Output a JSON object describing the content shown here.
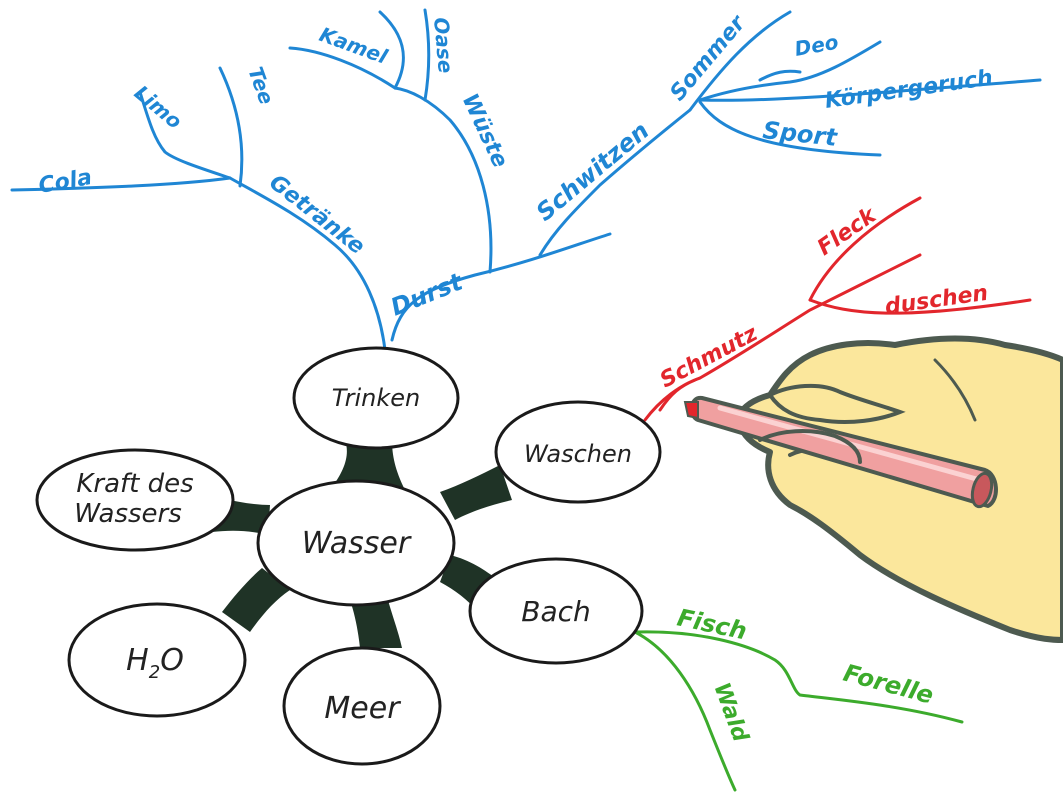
{
  "colors": {
    "blue": "#1f86d4",
    "red": "#e2262c",
    "green": "#3cab2c",
    "hub_connector": "#1f3326",
    "node_fill": "#ffffff",
    "node_stroke": "#1a1a1a",
    "skin": "#fbe79c",
    "skin_outline": "#4d5a50",
    "pen": "#f0a0a0",
    "pen_dark": "#c8585c"
  },
  "center": {
    "label": "Wasser"
  },
  "nodes": {
    "trinken": "Trinken",
    "waschen": "Waschen",
    "bach": "Bach",
    "meer": "Meer",
    "h2o_main": "H",
    "h2o_sub": "2",
    "h2o_end": "O",
    "kraft_line1": "Kraft des",
    "kraft_line2": "Wassers"
  },
  "blue_branch": {
    "durst": "Durst",
    "getraenke": "Getränke",
    "cola": "Cola",
    "limo": "Limo",
    "tee": "Tee",
    "wueste": "Wüste",
    "kamel": "Kamel",
    "oase": "Oase",
    "schwitzen": "Schwitzen",
    "sommer": "Sommer",
    "deo": "Deo",
    "koerpergeruch": "Körpergeruch",
    "sport": "Sport"
  },
  "red_branch": {
    "schmutz": "Schmutz",
    "fleck": "Fleck",
    "duschen": "duschen"
  },
  "green_branch": {
    "fisch": "Fisch",
    "forelle": "Forelle",
    "wald": "Wald"
  },
  "illustration": {
    "hand": "hand-holding-pen"
  }
}
